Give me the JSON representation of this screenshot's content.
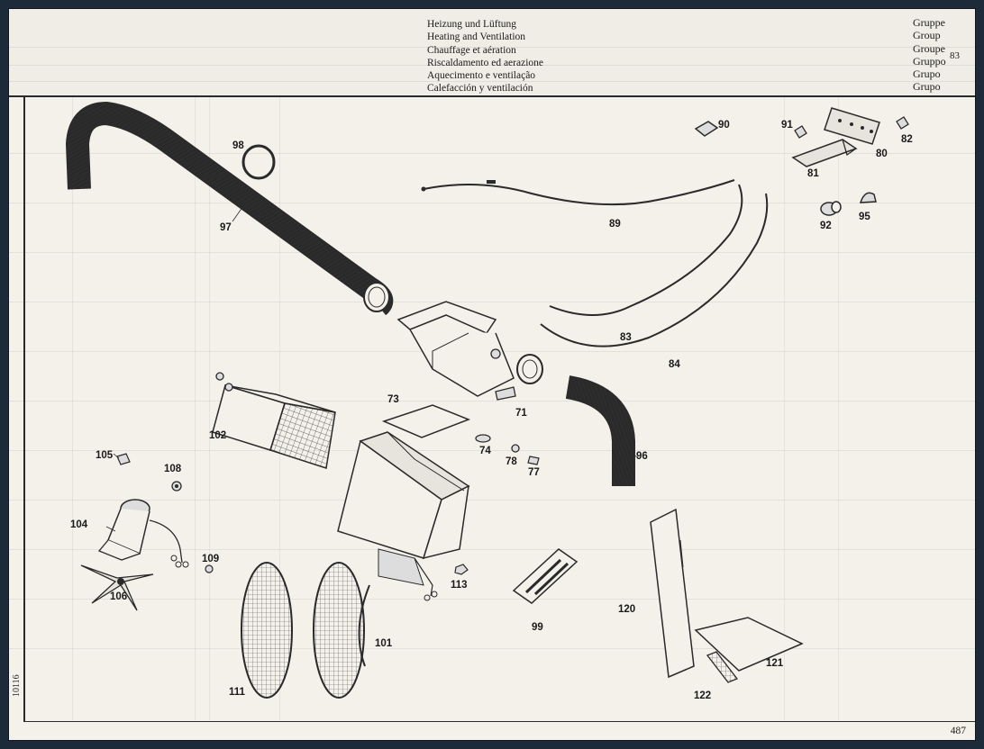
{
  "header": {
    "titles": [
      "Heizung und Lüftung",
      "Heating and Ventilation",
      "Chauffage et aération",
      "Riscaldamento ed aerazione",
      "Aquecimento e ventilação",
      "Calefacción y ventilación"
    ],
    "group_labels": [
      "Gruppe",
      "Group",
      "Groupe",
      "Gruppo",
      "Grupo",
      "Grupo"
    ],
    "group_number": "83"
  },
  "page": {
    "side_code": "10116",
    "page_number": "487"
  },
  "callouts": {
    "c80": "80",
    "c81": "81",
    "c82": "82",
    "c83": "83",
    "c84": "84",
    "c89": "89",
    "c90": "90",
    "c91": "91",
    "c92": "92",
    "c95": "95",
    "c96": "96",
    "c97": "97",
    "c98": "98",
    "c99": "99",
    "c101": "101",
    "c102": "102",
    "c104": "104",
    "c105": "105",
    "c106": "106",
    "c108": "108",
    "c109": "109",
    "c111": "111",
    "c113": "113",
    "c120": "120",
    "c121": "121",
    "c122": "122",
    "c71": "71",
    "c73": "73",
    "c74": "74",
    "c77": "77",
    "c78": "78"
  }
}
